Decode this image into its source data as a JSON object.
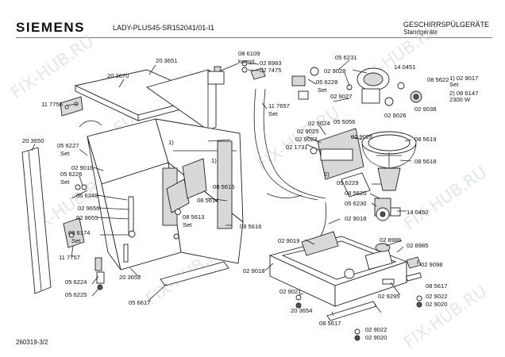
{
  "header": {
    "brand": "SIEMENS",
    "model": "LADY-PLUS45-SR152041/01-I1",
    "category": "GESCHIRRSPÜLGERÄTE",
    "subcategory": "Standgeräte"
  },
  "footer": {
    "drawing_number": "260319-3/2"
  },
  "watermark": {
    "text": "FIX-HUB.RU"
  },
  "notes": {
    "ref1": "1)",
    "ref2": "2)"
  },
  "part_labels": [
    "20 3651",
    "20 3670",
    "11 7756",
    "20 3650",
    "05 6227",
    "Set",
    "05 6226",
    "Set",
    "02 9016",
    "05 6348",
    "02 9656",
    "02 9655",
    "08 6174",
    "Set",
    "11 7757",
    "05 6224",
    "05 6225",
    "20 3652",
    "05 6617",
    "08 6109",
    "kompl.",
    "02 8983",
    "02 7475",
    "05 6231",
    "14 0451",
    "02 9028",
    "05 6228",
    "Set",
    "08 5622",
    "1) 02 9017",
    "Set",
    "02 9027",
    "11 7657",
    "Set",
    "2) 08 6147",
    "2300 W",
    "02 9024",
    "05 5056",
    "02 9026",
    "02 9038",
    "02 9025",
    "02 9023",
    "02 9026",
    "02 1731",
    "08 5619",
    "08 5618",
    "05 6229",
    "08 5620",
    "05 6230",
    "14 0450",
    "02 9018",
    "08 5615",
    "08 5614",
    "08 5613",
    "Set",
    "08 5616",
    "02 9019",
    "02 8986",
    "02 8985",
    "02 9018",
    "02 9098",
    "08 5617",
    "02 9021",
    "02 9295",
    "02 9022",
    "02 9020",
    "20 3654",
    "08 5617",
    "02 9022",
    "02 9020"
  ]
}
